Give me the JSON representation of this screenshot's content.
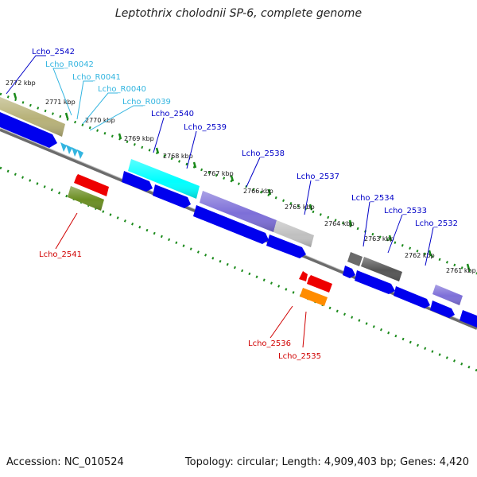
{
  "title": "Leptothrix cholodnii SP-6, complete genome",
  "footer": {
    "accession": "Accession: NC_010524",
    "summary": "Topology: circular; Length: 4,909,403 bp; Genes: 4,420"
  },
  "colors": {
    "backbone": "#777777",
    "tick": "#1a8a1a",
    "cds_blue": "#0000ee",
    "trna_cyan": "#33b5e0",
    "label_blue": "#0000c8",
    "label_red": "#d00000"
  },
  "scale_ticks": [
    "2772 kbp",
    "2771 kbp",
    "2770 kbp",
    "2769 kbp",
    "2768 kbp",
    "2767 kbp",
    "2766 kbp",
    "2765 kbp",
    "2764 kbp",
    "2763 kbp",
    "2762 kbp",
    "2761 kbp"
  ],
  "gene_labels": {
    "Lcho_2542": "Lcho_2542",
    "Lcho_R0042": "Lcho_R0042",
    "Lcho_R0041": "Lcho_R0041",
    "Lcho_R0040": "Lcho_R0040",
    "Lcho_R0039": "Lcho_R0039",
    "Lcho_2540": "Lcho_2540",
    "Lcho_2539": "Lcho_2539",
    "Lcho_2538": "Lcho_2538",
    "Lcho_2537": "Lcho_2537",
    "Lcho_2534": "Lcho_2534",
    "Lcho_2533": "Lcho_2533",
    "Lcho_2532": "Lcho_2532",
    "Lcho_2541": "Lcho_2541",
    "Lcho_2536": "Lcho_2536",
    "Lcho_2535": "Lcho_2535"
  }
}
